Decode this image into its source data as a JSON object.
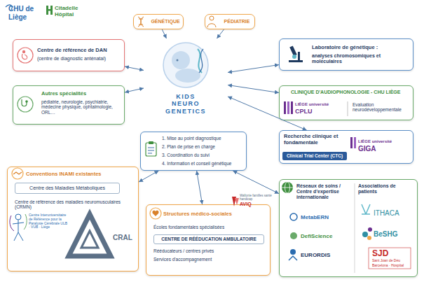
{
  "diagram": {
    "nodes": [
      {
        "text": [
          "GÉNÉTIQUE"
        ]
      },
      {
        "text": [
          "PÉDIATRIE"
        ]
      },
      {
        "text": [
          "Centre de référence de DAN",
          "(centre de diagnostic anténatal)"
        ]
      },
      {
        "text": [
          "KIDS NEURO GENETICS"
        ]
      },
      {
        "text": [
          "Laboratoire de génétique :",
          "analyses chromosomiques et moléculaires"
        ]
      },
      {
        "text": [
          "Autres spécialités",
          "pédiatrie, neurologie, psychiatrie, médecine physique, ophtalmologie, ORL…"
        ]
      },
      {
        "text": [
          "CLINIQUE D'AUDIOPHONOLOGIE - CHU LIÈGE",
          "LIÈGE université",
          "CPLU",
          "Evaluation neurodéveloppementale"
        ]
      },
      {
        "text": [
          "Recherche clinique et fondamentale",
          "LIÈGE université",
          "GIGA"
        ]
      },
      {
        "text": [
          "Clinical Trial Center (CTC)"
        ],
        "in": 7
      },
      {
        "text": [
          "1. Mise au point diagnostique",
          "2. Plan de prise en charge",
          "3. Coordination du suivi",
          "4. Information et conseil génétique"
        ]
      },
      {
        "text": [
          "Conventions INAMI existantes",
          "Centre de référence des maladies neuromusculaires (CRMN)",
          "Centre Interuniversitaire de Référence pour la Paralysie Cérébrale ULB · VUB · Liège",
          "CRAL"
        ]
      },
      {
        "text": [
          "Centre des Maladies Métaboliques"
        ],
        "in": 10
      },
      {
        "text": [
          "Structures médico-sociales",
          "Écoles fondamentales spécialisées",
          "Rééducateurs / centres privés",
          "Services d'accompagnement"
        ]
      },
      {
        "text": [
          "CENTRE DE RÉÉDUCATION AMBULATOIRE"
        ],
        "in": 12
      },
      {
        "text": [
          "Réseaux de soins / Centre d'expertise internationale",
          "MetabERN",
          "DefiScience",
          "EURORDIS",
          "Associations de patients",
          "ITHACA",
          "BeSHG",
          "SJD",
          "Sant Joan de Déu",
          "Barcelona · Hospital"
        ]
      }
    ],
    "edges": [
      {
        "from": 0,
        "to": 3,
        "arrow": "to"
      },
      {
        "from": 1,
        "to": 3,
        "arrow": "to"
      },
      {
        "from": 3,
        "to": 2,
        "arrow": "both"
      },
      {
        "from": 3,
        "to": 5,
        "arrow": "both"
      },
      {
        "from": 3,
        "to": 4,
        "arrow": "both"
      },
      {
        "from": 3,
        "to": 6,
        "arrow": "both"
      },
      {
        "from": 3,
        "to": 7,
        "arrow": "both"
      },
      {
        "from": 9,
        "to": 10,
        "arrow": "both"
      },
      {
        "from": 9,
        "to": 12,
        "arrow": "both"
      },
      {
        "from": 9,
        "to": 14,
        "arrow": "both"
      }
    ],
    "labels": [
      "CHU de Liège",
      "Citadelle Hôpital",
      "Wallonie familles santé handicap",
      "AVIQ"
    ]
  }
}
